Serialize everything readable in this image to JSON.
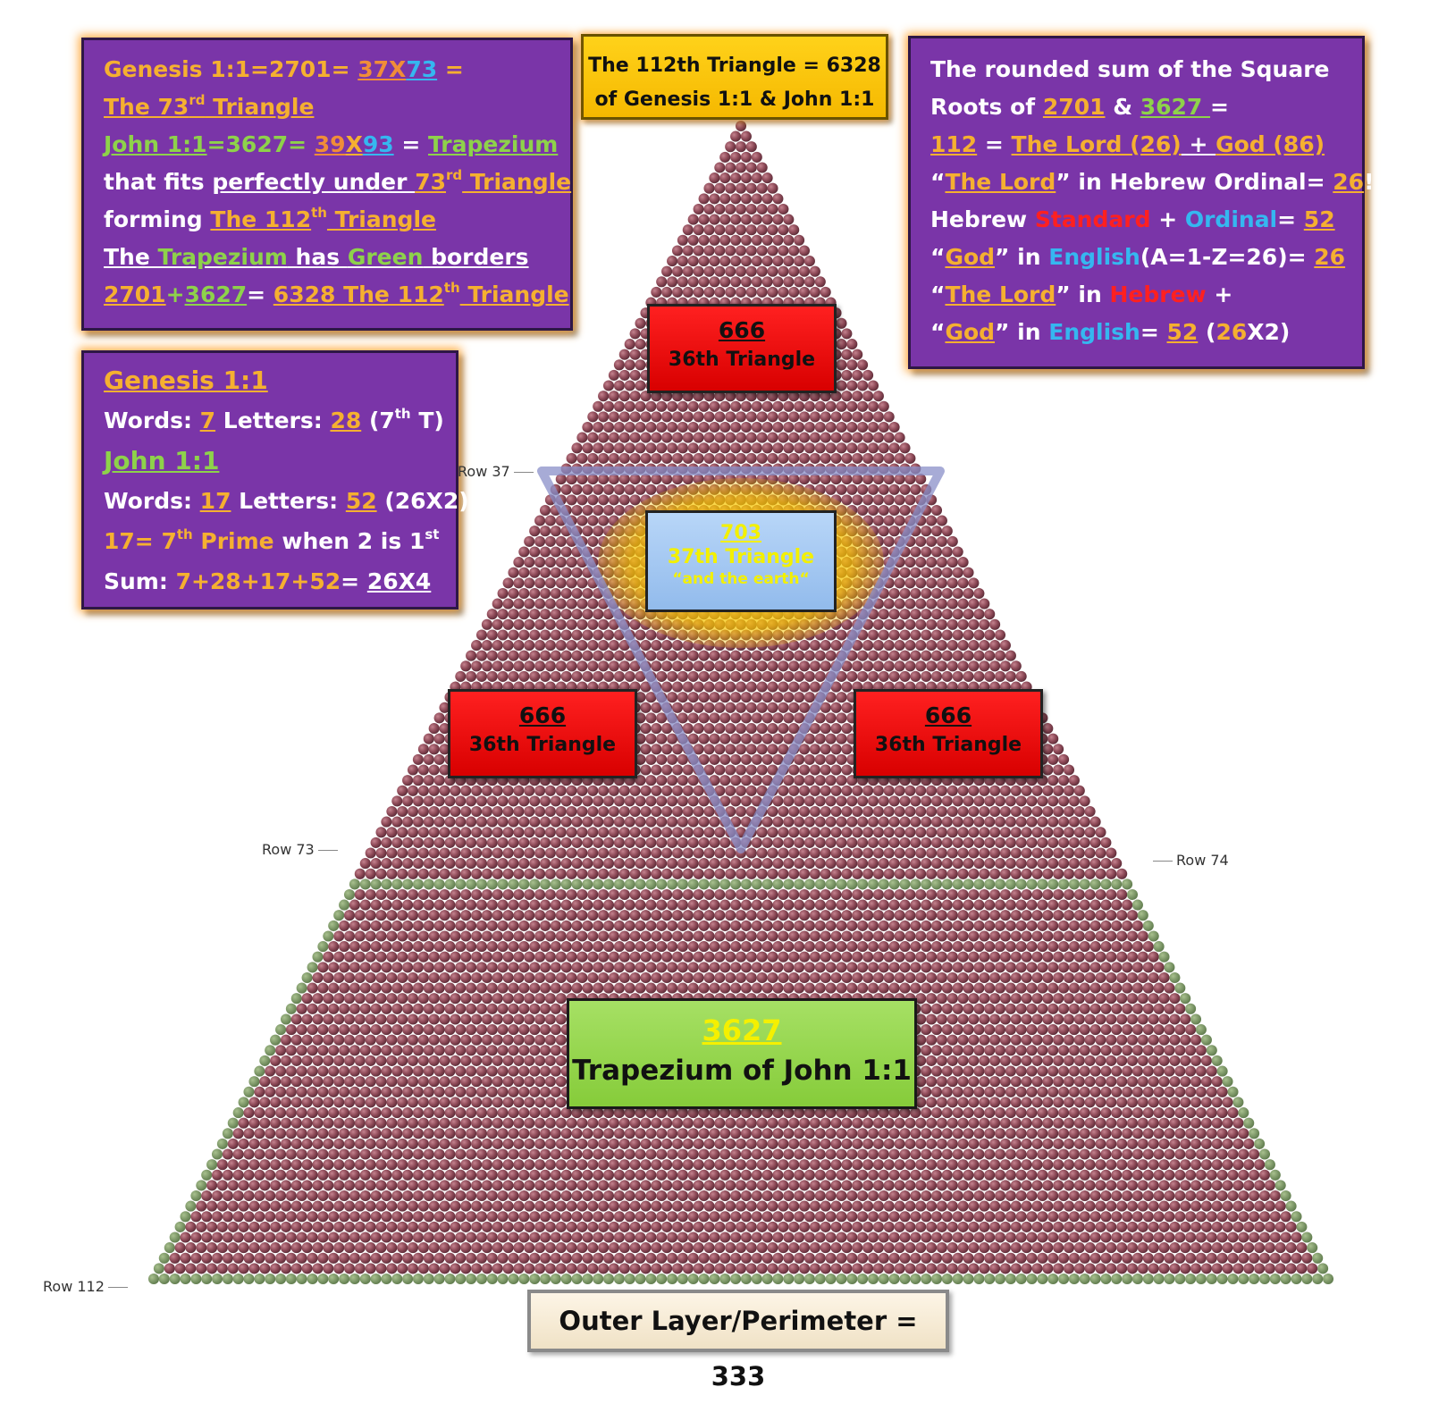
{
  "top_box": {
    "line1": "The 112th Triangle = 6328",
    "line2": "of Genesis 1:1 & John 1:1"
  },
  "left_panel": {
    "l1_a": "Genesis 1:1=2701= ",
    "l1_b": "37",
    "l1_c": "X",
    "l1_d": "73",
    "l1_e": " =",
    "l2_a": "The 73",
    "l2_sup": "rd",
    "l2_b": " Triangle",
    "l3_a": "John 1:1",
    "l3_b": "=3627= ",
    "l3_c": "39",
    "l3_d": "X",
    "l3_e": "93",
    "l3_f": " = ",
    "l3_g": "Trapezium",
    "l4_a": "that fits ",
    "l4_b": "perfectly under ",
    "l4_c": "73",
    "l4_sup": "rd",
    "l4_d": " Triangle",
    "l5_a": "forming ",
    "l5_b": "The 112",
    "l5_sup": "th",
    "l5_c": " Triangle",
    "l6_a": "The ",
    "l6_b": "Trapezium",
    "l6_c": " has ",
    "l6_d": "Green",
    "l6_e": " borders",
    "l7_a": "2701",
    "l7_b": "+",
    "l7_c": "3627",
    "l7_d": "= ",
    "l7_e": "6328 The 112",
    "l7_sup": "th",
    "l7_f": " Triangle"
  },
  "left_lower_panel": {
    "l1": "Genesis 1:1",
    "l2_a": "Words: ",
    "l2_b": "7",
    "l2_c": " Letters: ",
    "l2_d": "28",
    "l2_e": " (7",
    "l2_sup": "th",
    "l2_f": " T)",
    "l3": "John 1:1",
    "l4_a": "Words: ",
    "l4_b": "17",
    "l4_c": " Letters: ",
    "l4_d": "52",
    "l4_e": " (26X2)",
    "l5_a": "17= 7",
    "l5_sup1": "th",
    "l5_b": " Prime",
    "l5_c": " when 2 is 1",
    "l5_sup2": "st",
    "l6_a": "Sum:  ",
    "l6_b": "7+28+17+52",
    "l6_c": "= ",
    "l6_d": "26X4"
  },
  "right_panel": {
    "l1": "The rounded sum of the Square",
    "l2_a": "Roots of ",
    "l2_b": "2701",
    "l2_c": " & ",
    "l2_d": "3627 ",
    "l2_e": "=",
    "l3_a": "112",
    "l3_b": " = ",
    "l3_c": "The Lord (26)",
    "l3_d": " + ",
    "l3_e": "God (86)",
    "l4_a": "“",
    "l4_b": "The Lord",
    "l4_c": "” in Hebrew Ordinal= ",
    "l4_d": "26",
    "l4_e": "!",
    "l5_a": "Hebrew ",
    "l5_b": "Standard",
    "l5_c": " + ",
    "l5_d": "Ordinal",
    "l5_e": "= ",
    "l5_f": "52",
    "l6_a": "“",
    "l6_b": "God",
    "l6_c": "” in ",
    "l6_d": "English",
    "l6_e": "(A=1-Z=26)= ",
    "l6_f": "26",
    "l7_a": "“",
    "l7_b": "The Lord",
    "l7_c": "” in ",
    "l7_d": "Hebrew",
    "l7_e": " +",
    "l8_a": " “",
    "l8_b": "God",
    "l8_c": "” in ",
    "l8_d": "English",
    "l8_e": "= ",
    "l8_f": "52",
    "l8_g": " (",
    "l8_h": "26",
    "l8_i": "X2)"
  },
  "red_boxes": [
    {
      "number": "666",
      "label": "36th Triangle"
    },
    {
      "number": "666",
      "label": "36th Triangle"
    },
    {
      "number": "666",
      "label": "36th Triangle"
    }
  ],
  "blue_box": {
    "number": "703",
    "label": "37th Triangle",
    "quote": "“and the earth“"
  },
  "green_box": {
    "number": "3627",
    "label": "Trapezium of John 1:1"
  },
  "bottom_box": {
    "text": "Outer Layer/Perimeter = 333"
  },
  "row_labels": {
    "row37": "Row 37",
    "row73": "Row 73",
    "row74": "Row 74",
    "row112": "Row 112"
  },
  "colors": {
    "ball": "#8e4a58",
    "ball_border": "#6e8a5a",
    "inner_triangle": "#8a8fc8",
    "glow": "#f2c800",
    "panel": "#7a35a8"
  },
  "triangle": {
    "rows": 112,
    "inner_top_row": 37,
    "trapezium_top_row": 74
  }
}
